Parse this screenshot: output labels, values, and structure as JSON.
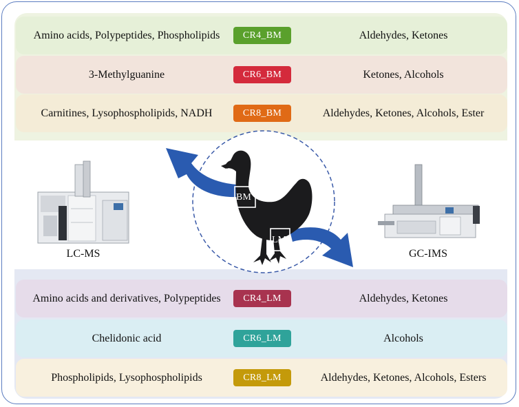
{
  "rows": [
    {
      "left": "Amino acids, Polypeptides, Phospholipids",
      "tag": "CR4_BM",
      "right": "Aldehydes, Ketones",
      "color": "#5aa02c"
    },
    {
      "left": "3-Methylguanine",
      "tag": "CR6_BM",
      "right": "Ketones,  Alcohols",
      "color": "#d42a3c"
    },
    {
      "left": "Carnitines, Lysophospholipids, NADH",
      "tag": "CR8_BM",
      "right": "Aldehydes, Ketones, Alcohols, Ester",
      "color": "#e06a16"
    },
    {
      "left": "Amino acids and derivatives, Polypeptides",
      "tag": "CR4_LM",
      "right": "Aldehydes, Ketones",
      "color": "#a8334f"
    },
    {
      "left": "Chelidonic acid",
      "tag": "CR6_LM",
      "right": "Alcohols",
      "color": "#2fa39a"
    },
    {
      "left": "Phospholipids, Lysophospholipids",
      "tag": "CR8_LM",
      "right": "Aldehydes, Ketones, Alcohols, Esters",
      "color": "#c49a0a"
    }
  ],
  "center": {
    "bm_label": "BM",
    "lm_label": "LM"
  },
  "instruments": {
    "left_label": "LC-MS",
    "right_label": "GC-IMS"
  },
  "colors": {
    "arrow": "#2a5bb0",
    "frame": "#5a7bbf",
    "circle": "#3a5aa8"
  }
}
